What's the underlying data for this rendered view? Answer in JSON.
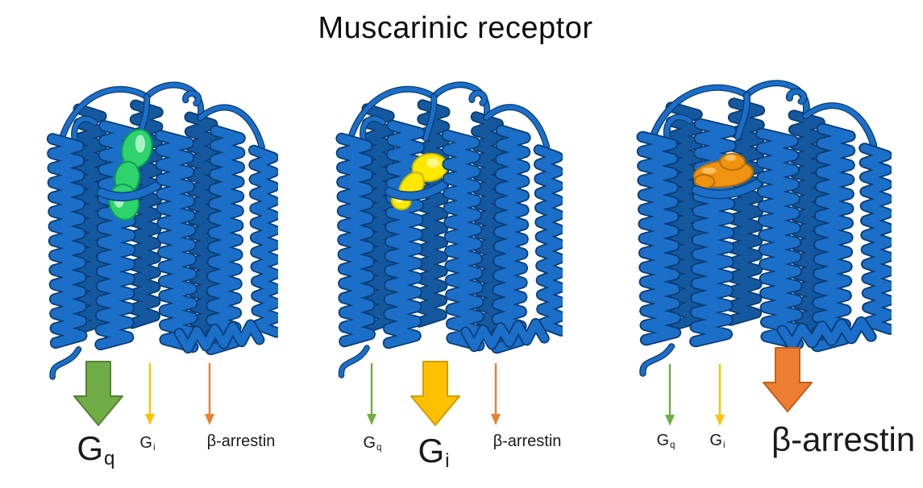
{
  "title": "Muscarinic receptor",
  "colors": {
    "ribbon": "#1b6fc9",
    "ribbon_back": "#14599f",
    "ribbon_dark": "#0a3c74",
    "background": "#ffffff"
  },
  "panels": [
    {
      "id": "panel-gq-biased",
      "ligand": {
        "name": "green-ligand",
        "shape": "tall",
        "color": "#2fd36e",
        "shade": "#0f9e4a",
        "highlight": "#bdf6d2"
      },
      "arrows": [
        {
          "pathway": "Gq",
          "label": "G",
          "sub": "q",
          "emphasis": "strong",
          "fill": "#70ad47",
          "stroke": "#538135"
        },
        {
          "pathway": "Gi",
          "label": "G",
          "sub": "i",
          "emphasis": "weak",
          "fill": "#ffc000",
          "stroke": "#ffc000"
        },
        {
          "pathway": "beta-arrestin",
          "label": "β-arrestin",
          "sub": "",
          "emphasis": "weak",
          "fill": "#ed7d31",
          "stroke": "#ed7d31"
        }
      ]
    },
    {
      "id": "panel-gi-biased",
      "ligand": {
        "name": "yellow-ligand",
        "shape": "mushroom",
        "color": "#ffe800",
        "shade": "#c9b500",
        "highlight": "#fff7a0"
      },
      "arrows": [
        {
          "pathway": "Gq",
          "label": "G",
          "sub": "q",
          "emphasis": "weak",
          "fill": "#70ad47",
          "stroke": "#70ad47"
        },
        {
          "pathway": "Gi",
          "label": "G",
          "sub": "i",
          "emphasis": "strong",
          "fill": "#ffc000",
          "stroke": "#d69b00"
        },
        {
          "pathway": "beta-arrestin",
          "label": "β-arrestin",
          "sub": "",
          "emphasis": "weak",
          "fill": "#ed7d31",
          "stroke": "#ed7d31"
        }
      ]
    },
    {
      "id": "panel-barrestin-biased",
      "ligand": {
        "name": "orange-ligand",
        "shape": "wide",
        "color": "#f09311",
        "shade": "#b96f06",
        "highlight": "#ffc670"
      },
      "arrows": [
        {
          "pathway": "Gq",
          "label": "G",
          "sub": "q",
          "emphasis": "weak",
          "fill": "#70ad47",
          "stroke": "#70ad47"
        },
        {
          "pathway": "Gi",
          "label": "G",
          "sub": "i",
          "emphasis": "weak",
          "fill": "#ffc000",
          "stroke": "#ffc000"
        },
        {
          "pathway": "beta-arrestin",
          "label": "β-arrestin",
          "sub": "",
          "emphasis": "strong",
          "fill": "#ed7d31",
          "stroke": "#c55d17"
        }
      ]
    }
  ]
}
